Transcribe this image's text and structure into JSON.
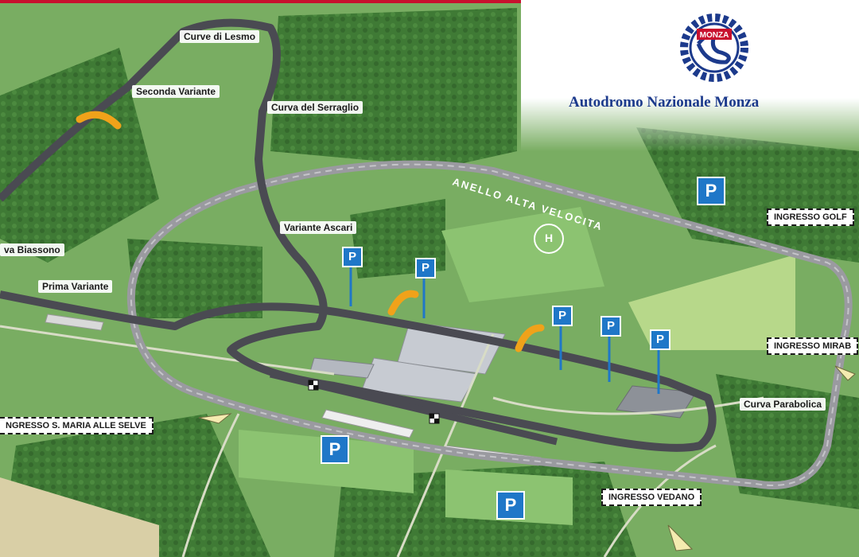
{
  "brand": {
    "name": "Autodromo Nazionale Monza",
    "badge_text": "MONZA",
    "primary_color": "#1c3a8c",
    "accent_color": "#c8102e"
  },
  "track": {
    "high_speed_ring_label": "ANELLO ALTA VELOCITA"
  },
  "corners": {
    "curve_di_lesmo": "Curve di Lesmo",
    "seconda_variante": "Seconda Variante",
    "curva_del_serraglio": "Curva del Serraglio",
    "variante_ascari": "Variante Ascari",
    "curva_biassono": "va Biassono",
    "prima_variante": "Prima Variante",
    "curva_parabolica": "Curva Parabolica"
  },
  "entrances": {
    "golf": "INGRESSO GOLF",
    "mirabello": "INGRESSO MIRAB",
    "santa_maria": "NGRESSO S. MARIA ALLE SELVE",
    "vedano": "INGRESSO VEDANO"
  },
  "markers": {
    "parking": "P",
    "helipad": "H"
  },
  "colors": {
    "grass": "#6da35a",
    "forest": "#3f7a35",
    "track": "#4a4a52",
    "parking": "#1f77c8",
    "bridge": "#f0a21a"
  }
}
